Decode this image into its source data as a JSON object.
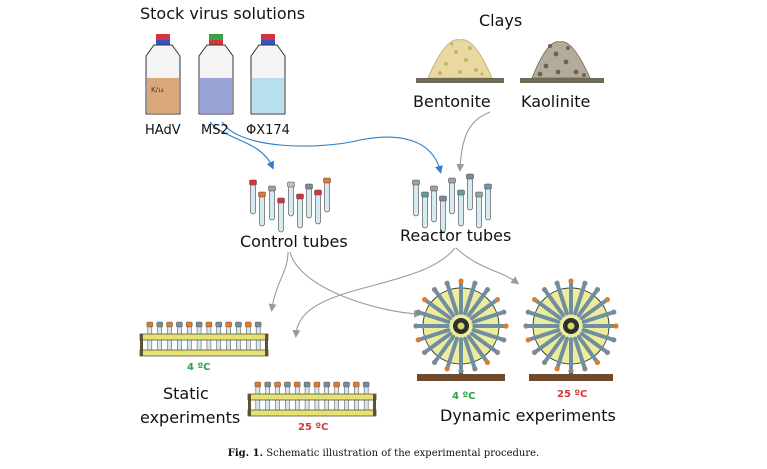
{
  "stock": {
    "title": "Stock virus solutions",
    "bottles": [
      {
        "label": "HAdV",
        "liquid": "#d9a77a",
        "cap_top": "#d9343c",
        "cap_band": "#2f55c8"
      },
      {
        "label": "MS2",
        "liquid": "#9aa3d6",
        "cap_top": "#3aa34a",
        "cap_band": "#d9343c"
      },
      {
        "label": "ΦX174",
        "liquid": "#b8dfee",
        "cap_top": "#d9343c",
        "cap_band": "#2f55c8"
      }
    ]
  },
  "clays": {
    "title": "Clays",
    "items": [
      {
        "label": "Bentonite",
        "color": "#e9d9a0"
      },
      {
        "label": "Kaolinite",
        "color": "#9a8f80"
      }
    ]
  },
  "tubes": {
    "control_label": "Control tubes",
    "reactor_label": "Reactor tubes"
  },
  "static": {
    "label_line1": "Static",
    "label_line2": "experiments",
    "temp_low": "4 ºC",
    "temp_high": "25 ºC"
  },
  "dynamic": {
    "label": "Dynamic experiments",
    "temp_low": "4 ºC",
    "temp_high": "25 ºC"
  },
  "colors": {
    "arrow_blue": "#2f7fc8",
    "arrow_gray": "#9b9b9b",
    "rack_yellow": "#e6e276",
    "rack_dark": "#5a5530",
    "wheel_fill": "#ecec9c",
    "stand_brown": "#6e4a2e",
    "temp_green": "#2ea043",
    "temp_red": "#d23a3a"
  },
  "caption": {
    "fig": "Fig. 1.",
    "text": "Schematic illustration of the experimental procedure."
  }
}
